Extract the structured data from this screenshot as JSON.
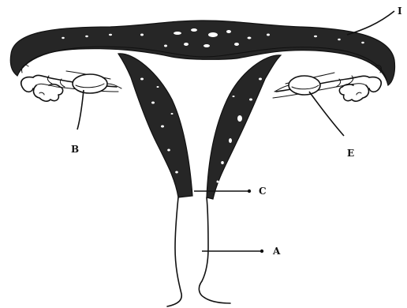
{
  "labels": {
    "top_right": "I",
    "left_ovary": "B",
    "right_ovary": "E",
    "cervix": "C",
    "vagina": "A"
  },
  "colors": {
    "ink": "#111111",
    "tissue": "#262626",
    "background": "#ffffff"
  }
}
